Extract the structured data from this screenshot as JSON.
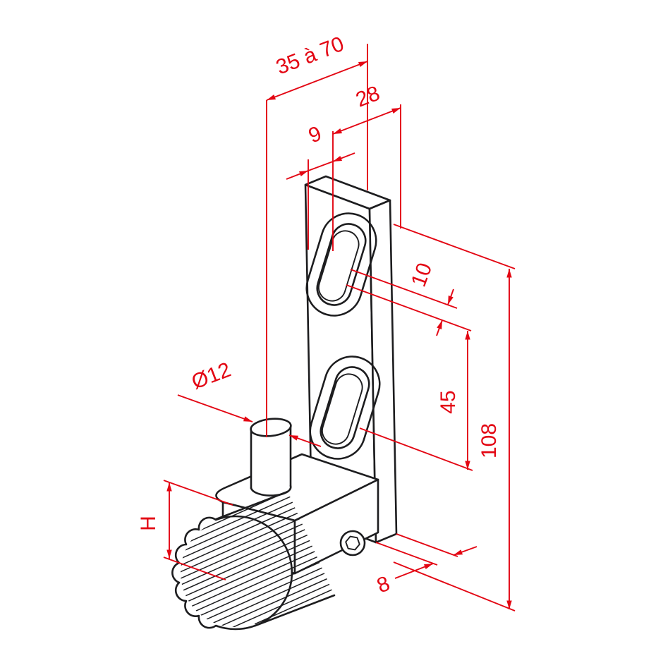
{
  "colors": {
    "background": "#ffffff",
    "part_line": "#1d1d1f",
    "dimension": "#e30613"
  },
  "dims": {
    "adjust_range": {
      "label": "35 à 70"
    },
    "hole_width": {
      "label": "28"
    },
    "edge_offset": {
      "label": "9"
    },
    "slot_width": {
      "label": "10"
    },
    "slot_spacing": {
      "label": "45"
    },
    "plate_height": {
      "label": "108"
    },
    "pin_diameter": {
      "label": "Ø12"
    },
    "pivot_height": {
      "label": "H"
    },
    "plate_thickness": {
      "label": "8"
    }
  }
}
